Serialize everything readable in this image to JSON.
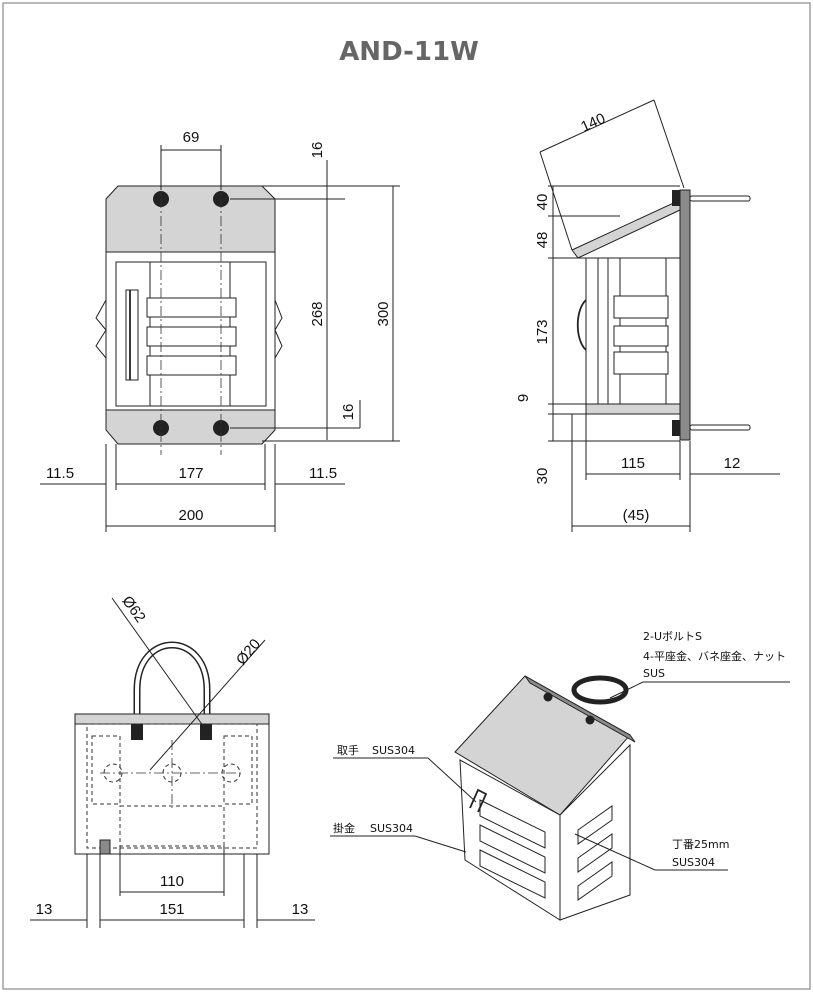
{
  "title": "AND-11W",
  "front_view": {
    "dims": {
      "bolt_pitch": "69",
      "top_offset": "16",
      "bolt_span": "268",
      "height": "300",
      "bottom_offset": "16",
      "left_margin": "11.5",
      "inner_width": "177",
      "right_margin": "11.5",
      "width": "200"
    }
  },
  "side_view": {
    "dims": {
      "depth": "140",
      "roof_top": "40",
      "roof_drop": "48",
      "body_height": "173",
      "base_gap": "9",
      "bottom": "30",
      "body_depth": "115",
      "bracket": "12",
      "overall_ref": "(45)"
    }
  },
  "bottom_view": {
    "dims": {
      "pipe_dia": "Ø62",
      "hole_dia": "Ø20",
      "inner": "110",
      "left": "13",
      "center": "151",
      "right": "13"
    }
  },
  "iso_view": {
    "notes": {
      "ubolt_line1": "2-UボルトS",
      "ubolt_line2": "4-平座金、バネ座金、ナット",
      "ubolt_line3": "SUS",
      "handle_label": "取手",
      "handle_mat": "SUS304",
      "latch_label": "掛金",
      "latch_mat": "SUS304",
      "hinge_label": "丁番25mm",
      "hinge_mat": "SUS304"
    }
  }
}
